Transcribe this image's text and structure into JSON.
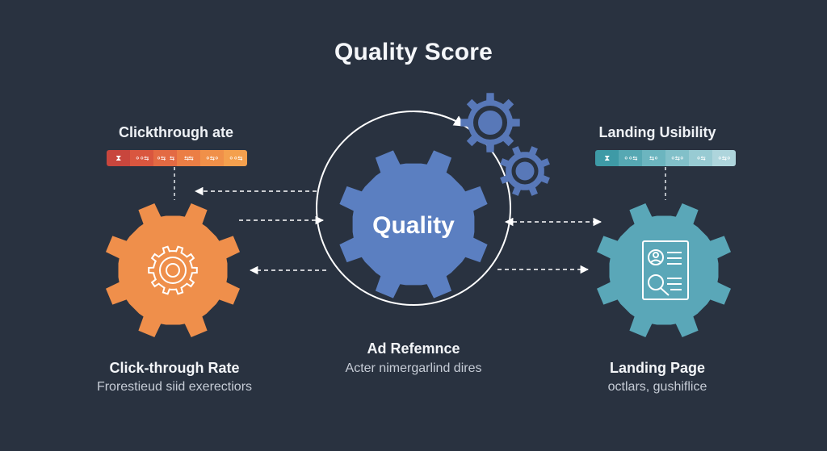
{
  "title": "Quality Score",
  "left": {
    "top_label": "Clickthrough ate",
    "bottom_label": "Click-through Rate",
    "caption": "Frorestieud siid exerectiors",
    "bar_segments": [
      "⧗",
      "∘∘⇆",
      "∘⇆ ⇆",
      "⇆⇆",
      "∘⇆∘",
      "∘∘⇆"
    ],
    "color": "#ef8f4b",
    "bar_colors": [
      "#c8463d",
      "#d9563f",
      "#e36a43",
      "#eb7e45",
      "#f09049",
      "#f4a04e"
    ]
  },
  "center": {
    "gear_label": "Quality",
    "bottom_label": "Ad Refemnce",
    "caption": "Acter nimergarlind dires",
    "color": "#5b7fc1"
  },
  "right": {
    "top_label": "Landing Usibility",
    "bottom_label": "Landing Page",
    "caption": "octlars, gushiflice",
    "bar_segments": [
      "⧗",
      "∘∘⇆",
      "⇆∘",
      "∘⇆∘",
      "∘⇆",
      "∘⇆∘"
    ],
    "color": "#5aa7b8",
    "bar_colors": [
      "#3e9aa6",
      "#56a8b3",
      "#6cb5bf",
      "#82c0c9",
      "#98cbd3",
      "#aed5dc"
    ]
  },
  "icons": {
    "left_gear": "target-gear-icon",
    "right_gear": "document-search-icon",
    "small_gears": "gear-icon"
  },
  "colors": {
    "background": "#293240",
    "small_gear": "#5878b8"
  }
}
